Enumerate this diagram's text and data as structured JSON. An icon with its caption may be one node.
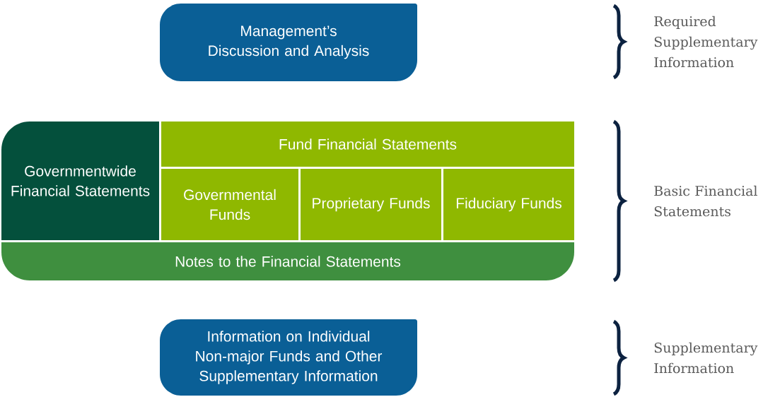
{
  "diagram": {
    "nodes": [
      {
        "text": [
          "Management’s Discussion and Analysis"
        ]
      },
      {
        "text": [
          "Governmentwide Financial Statements"
        ]
      },
      {
        "text": [
          "Fund Financial Statements"
        ]
      },
      {
        "text": [
          "Governmental Funds"
        ]
      },
      {
        "text": [
          "Proprietary Funds"
        ]
      },
      {
        "text": [
          "Fiduciary Funds"
        ]
      },
      {
        "text": [
          "Notes to the Financial Statements"
        ]
      },
      {
        "text": [
          "Information on Individual Non-major Funds and Other Supplementary Information"
        ]
      }
    ],
    "labels": [
      "Required Supplementary Information",
      "Basic Financial Statements",
      "Supplementary Information"
    ]
  }
}
